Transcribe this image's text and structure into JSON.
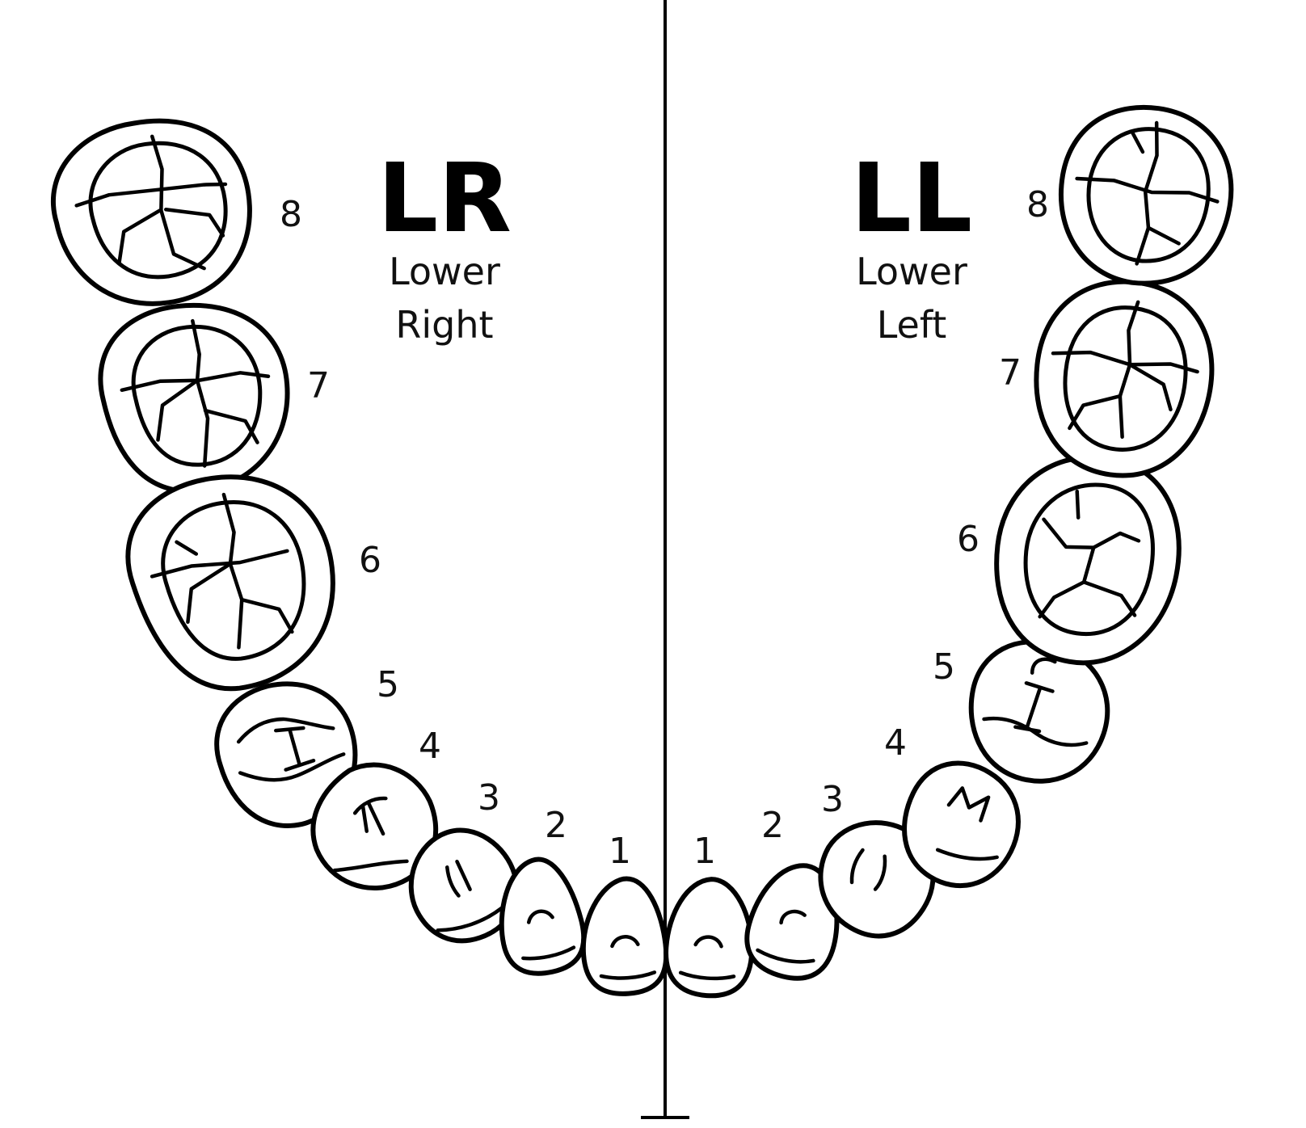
{
  "quadrants": {
    "right": {
      "code": "LR",
      "name_line1": "Lower",
      "name_line2": "Right"
    },
    "left": {
      "code": "LL",
      "name_line1": "Lower",
      "name_line2": "Left"
    }
  },
  "tooth_numbers": {
    "right": [
      "1",
      "2",
      "3",
      "4",
      "5",
      "6",
      "7",
      "8"
    ],
    "left": [
      "1",
      "2",
      "3",
      "4",
      "5",
      "6",
      "7",
      "8"
    ]
  }
}
